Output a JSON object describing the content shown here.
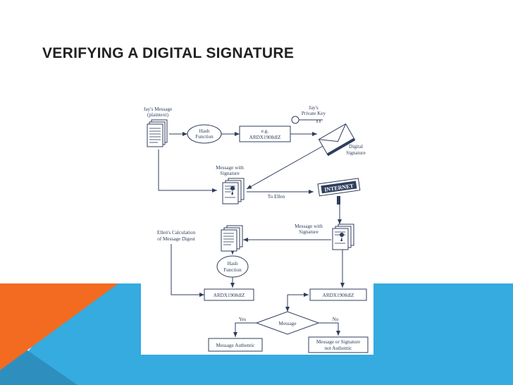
{
  "slide": {
    "title": "VERIFYING A DIGITAL SIGNATURE",
    "colors": {
      "orange": "#f26b21",
      "blue": "#35abe0",
      "teal": "#2e8fbf",
      "title": "#222222"
    }
  },
  "diagram": {
    "jays_message_line1": "Jay's Message",
    "jays_message_line2": "(plaintext)",
    "hash_function_top_line1": "Hash",
    "hash_function_top_line2": "Function",
    "digest_example_line1": "e.g.",
    "digest_example_line2": "ARDX1908dlZ",
    "private_key_line1": "Jay's",
    "private_key_line2": "Private Key",
    "digital_signature_line1": "Digital",
    "digital_signature_line2": "Signature",
    "message_with_signature_top_line1": "Message with",
    "message_with_signature_top_line2": "Signature",
    "to_ellen": "To Ellen",
    "internet": "INTERNET",
    "message_with_signature_right_line1": "Message with",
    "message_with_signature_right_line2": "Signature",
    "ellen_calc_line1": "Ellen's Calculation",
    "ellen_calc_line2": "of Message Digest",
    "hash_function_bottom_line1": "Hash",
    "hash_function_bottom_line2": "Function",
    "digest_left": "ARDX1908dlZ",
    "digest_right": "ARDX1908dlZ",
    "decision": "Message",
    "yes": "Yes",
    "no": "No",
    "authentic": "Message Authentic",
    "not_authentic_line1": "Message or Signature",
    "not_authentic_line2": "not Authentic"
  }
}
